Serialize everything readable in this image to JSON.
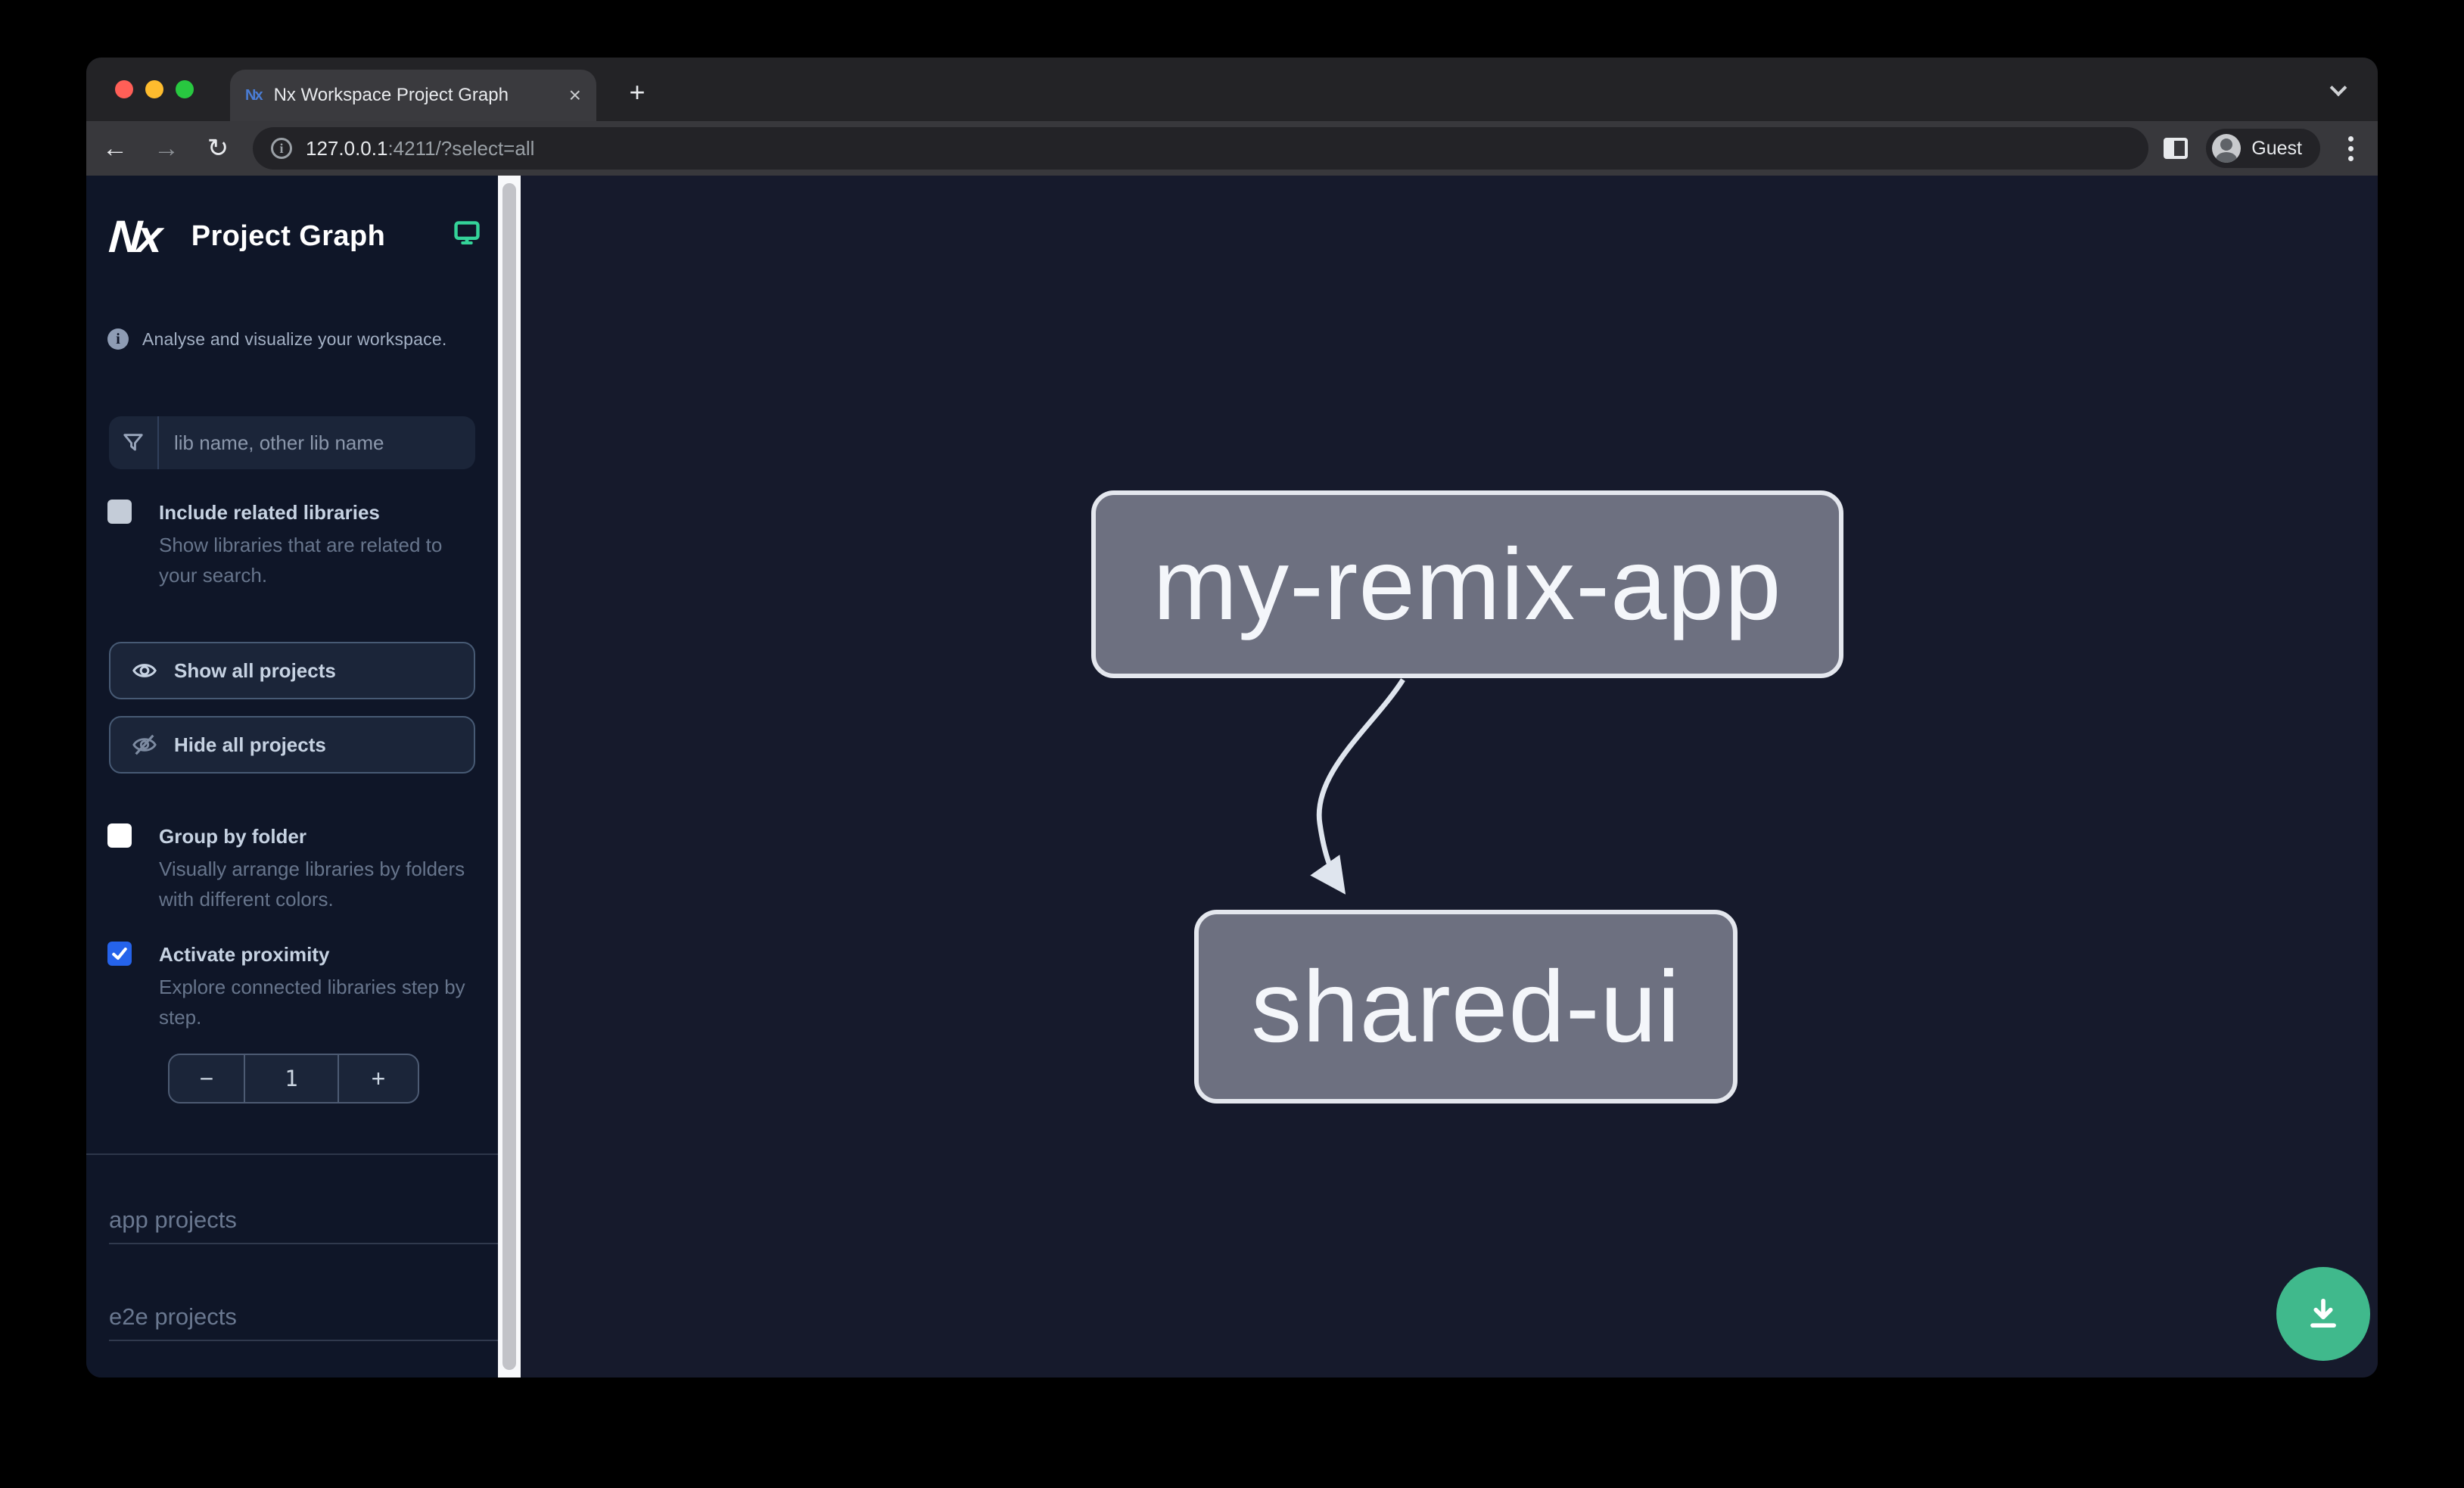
{
  "browser": {
    "tab": {
      "title": "Nx Workspace Project Graph",
      "favicon_text": "Nx",
      "close_glyph": "×",
      "new_tab_glyph": "+"
    },
    "toolbar": {
      "back_glyph": "←",
      "forward_glyph": "→",
      "reload_glyph": "↻",
      "url_host": "127.0.0.1",
      "url_rest": ":4211/?select=all",
      "profile_label": "Guest"
    }
  },
  "sidebar": {
    "logo_text": "Nx",
    "title": "Project Graph",
    "tagline": "Analyse and visualize your workspace.",
    "filter_placeholder": "lib name, other lib name",
    "options": [
      {
        "label": "Include related libraries",
        "description": "Show libraries that are related to your search.",
        "checked": false
      },
      {
        "label": "Group by folder",
        "description": "Visually arrange libraries by folders with different colors.",
        "checked": false
      },
      {
        "label": "Activate proximity",
        "description": "Explore connected libraries step by step.",
        "checked": true
      }
    ],
    "buttons": [
      {
        "label": "Show all projects"
      },
      {
        "label": "Hide all projects"
      }
    ],
    "stepper": {
      "decrement": "−",
      "value": "1",
      "increment": "+"
    },
    "sections": [
      {
        "label": "app projects"
      },
      {
        "label": "e2e projects"
      }
    ]
  },
  "graph": {
    "nodes": [
      {
        "id": "my-remix-app",
        "label": "my-remix-app"
      },
      {
        "id": "shared-ui",
        "label": "shared-ui"
      }
    ],
    "edges": [
      {
        "from": "my-remix-app",
        "to": "shared-ui"
      }
    ]
  },
  "colors": {
    "accent_green": "#40b98c",
    "monitor_green": "#34d399",
    "checkbox_blue": "#2563eb",
    "node_fill": "#6d7080",
    "sidebar_bg": "#0f1628",
    "canvas_bg": "#161a2c"
  }
}
